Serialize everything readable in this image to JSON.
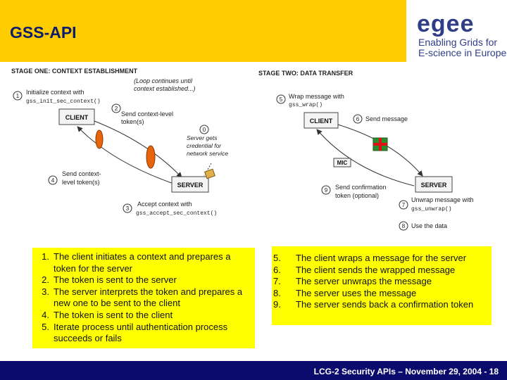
{
  "slide": {
    "title": "GSS-API"
  },
  "logo": {
    "word": "egee",
    "tagline_line1": "Enabling Grids for",
    "tagline_line2": "E-science in Europe"
  },
  "stage_one": {
    "title": "STAGE ONE:  CONTEXT ESTABLISHMENT",
    "loop_note_line1": "(Loop continues until",
    "loop_note_line2": "context established...)",
    "step1_num": "1",
    "step1_line1": "Initialize context with",
    "step1_line2": "gss_init_sec_context()",
    "client": "CLIENT",
    "step2_num": "2",
    "step2_line1": "Send context-level",
    "step2_line2": "token(s)",
    "step0_num": "0",
    "step0_line1": "Server gets",
    "step0_line2": "credential for",
    "step0_line3": "network service",
    "step4_num": "4",
    "step4_line1": "Send context-",
    "step4_line2": "level token(s)",
    "server": "SERVER",
    "step3_num": "3",
    "step3_line1": "Accept context with",
    "step3_line2": "gss_accept_sec_context()"
  },
  "stage_two": {
    "title": "STAGE TWO:  DATA TRANSFER",
    "step5_num": "5",
    "step5_line1": "Wrap message with",
    "step5_line2": "gss_wrap()",
    "client": "CLIENT",
    "step6_num": "6",
    "step6_label": "Send message",
    "mic": "MIC",
    "step9_num": "9",
    "step9_line1": "Send confirmation",
    "step9_line2": "token (optional)",
    "server": "SERVER",
    "step7_num": "7",
    "step7_line1": "Unwrap message with",
    "step7_line2": "gss_unwrap()",
    "step8_num": "8",
    "step8_label": "Use the data"
  },
  "list_one": [
    {
      "num": "1.",
      "text": "The client initiates a context and prepares a token for the server"
    },
    {
      "num": "2.",
      "text": "The token is sent to the server"
    },
    {
      "num": "3.",
      "text": "The server interprets the token and prepares a new one to be sent to the client"
    },
    {
      "num": "4.",
      "text": "The token is sent to the client"
    },
    {
      "num": "5.",
      "text": " Iterate process until authentication process succeeds or fails"
    }
  ],
  "list_two": [
    {
      "num": "5.",
      "text": "The client wraps a message for the server"
    },
    {
      "num": "6.",
      "text": "The client sends the wrapped message"
    },
    {
      "num": "7.",
      "text": "The server unwraps the message"
    },
    {
      "num": "8.",
      "text": "The server uses the message"
    },
    {
      "num": "9.",
      "text": "The server sends back a confirmation token"
    }
  ],
  "footer": {
    "text": "LCG-2 Security APIs – November 29, 2004  - 18"
  },
  "colors": {
    "header": "#ffcc00",
    "title": "#0d1d6b",
    "footer": "#0b0b6e",
    "highlight_box": "#ffff00",
    "token": "#e8640a",
    "gift": "#2e8b2e"
  }
}
